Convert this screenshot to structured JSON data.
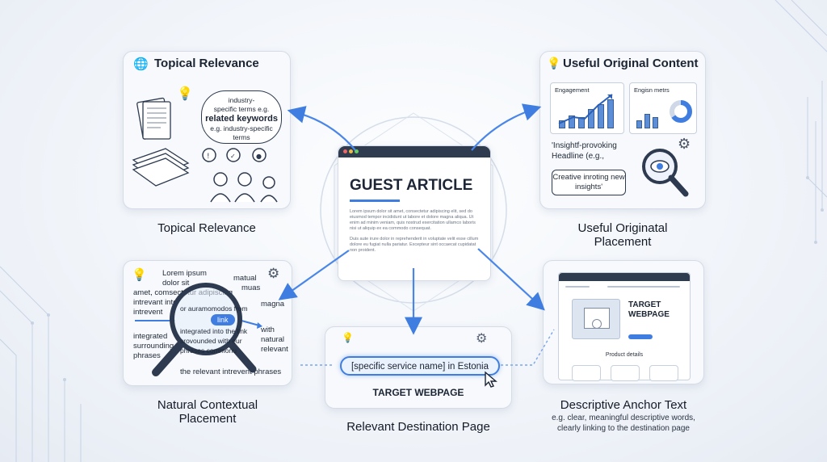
{
  "center": {
    "title": "GUEST ARTICLE",
    "lorem1": "Lorem ipsum dolor sit amet, consectetur adipiscing elit, sed do eiusmod tempor incididunt ut labore et dolore magna aliqua. Ut enim ad minim veniam, quis nostrud exercitation ullamco laboris nisi ut aliquip ex ea commodo consequat.",
    "lorem2": "Duis aute irure dolor in reprehenderit in voluptate velit esse cillum dolore eu fugiat nulla pariatur. Excepteur sint occaecat cupidatat non proident."
  },
  "topical": {
    "title": "Topical Relevance",
    "caption": "Topical Relevance",
    "bubble_line1": "industry-",
    "bubble_line2": "specific terms e.g.",
    "bubble_main": "related keywords",
    "bubble_line3": "e.g. industry-specific",
    "bubble_line4": "terms"
  },
  "original": {
    "title": "Useful Original Content",
    "caption_line1": "Useful Originatal",
    "caption_line2": "Placement",
    "panel1_label": "Engagement",
    "panel2_label": "Engisn metrs",
    "headline_text": "'Insightf-provoking Headline (e.g.,",
    "insight_text": "Creative inroting new insights'"
  },
  "natural": {
    "caption_line1": "Natural Contextual",
    "caption_line2": "Placement",
    "t1": "Lorem ipsum",
    "t2": "dolor sit",
    "t3": "amet, comsectetur adipiscing",
    "t4": "intrevant into",
    "t5": "intrevent",
    "t6": "integrated",
    "t7": "surrounding",
    "t8": "phrases",
    "t9": "matual",
    "t10": "muas",
    "t11": "magna",
    "t12": "with",
    "t13": "natural",
    "t14": "relevant",
    "t15": "the relevant intrevent phrases",
    "link": "link",
    "lens1": "or auramomodos from",
    "lens2": "integrated into the link",
    "lens3": "srovounded with eur",
    "lens4": "phrases commonu"
  },
  "destination": {
    "anchor_text": "[specific service name] in Estonia",
    "label": "TARGET WEBPAGE",
    "caption": "Relevant Destination Page"
  },
  "descriptive": {
    "target_label_line1": "TARGET",
    "target_label_line2": "WEBPAGE",
    "product_details": "Product details",
    "caption": "Descriptive Anchor Text",
    "sub_line1": "e.g. clear, meaningful descriptive words,",
    "sub_line2": "clearly linking to the destination page"
  },
  "colors": {
    "accent": "#3f7ee0",
    "arrow": "#4a86e8",
    "ink": "#1b2433",
    "card_bg": "#f7f9fc"
  },
  "icons": {
    "globe": "globe-icon",
    "lightbulb": "lightbulb-icon",
    "gear": "gear-icon",
    "magnifier": "magnifier-icon",
    "cursor": "cursor-icon",
    "documents": "documents-icon",
    "people": "people-icon"
  }
}
